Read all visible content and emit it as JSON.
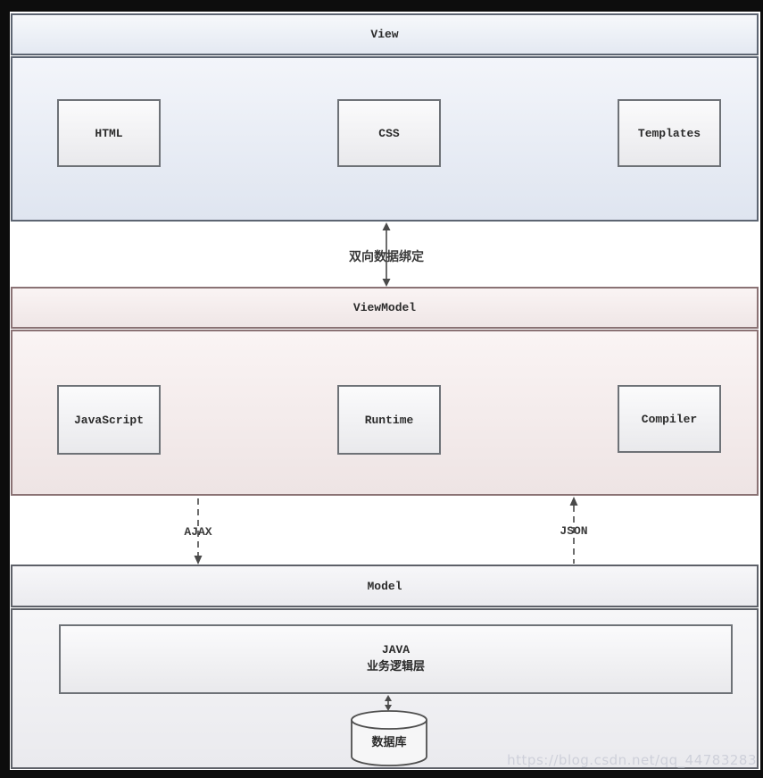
{
  "view": {
    "title": "View",
    "boxes": [
      {
        "label": "HTML"
      },
      {
        "label": "CSS"
      },
      {
        "label": "Templates"
      }
    ]
  },
  "viewmodel": {
    "title": "ViewModel",
    "boxes": [
      {
        "label": "JavaScript"
      },
      {
        "label": "Runtime"
      },
      {
        "label": "Compiler"
      }
    ]
  },
  "model": {
    "title": "Model",
    "java_box": {
      "line1": "JAVA",
      "line2": "业务逻辑层"
    },
    "database_label": "数据库"
  },
  "connectors": {
    "binding": {
      "label": "双向数据绑定",
      "line": "solid",
      "direction": "both"
    },
    "ajax": {
      "label": "AJAX",
      "line": "dashed",
      "direction": "down"
    },
    "json": {
      "label": "JSON",
      "line": "dashed",
      "direction": "up"
    },
    "database": {
      "line": "solid",
      "direction": "both"
    }
  },
  "watermark": "https://blog.csdn.net/qq_44783283",
  "colors": {
    "frame_background": "#0d0d0d",
    "canvas_background": "#ffffff",
    "view_border": "#5d6572",
    "viewmodel_border": "#8a7274",
    "model_border": "#5d6068",
    "node_border": "#6e7277",
    "view_fill": "#e8edf6",
    "viewmodel_fill": "#f5ecec",
    "model_fill": "#f0f0f3",
    "arrow": "#4a4a4a",
    "watermark": "#cbcdd7"
  }
}
